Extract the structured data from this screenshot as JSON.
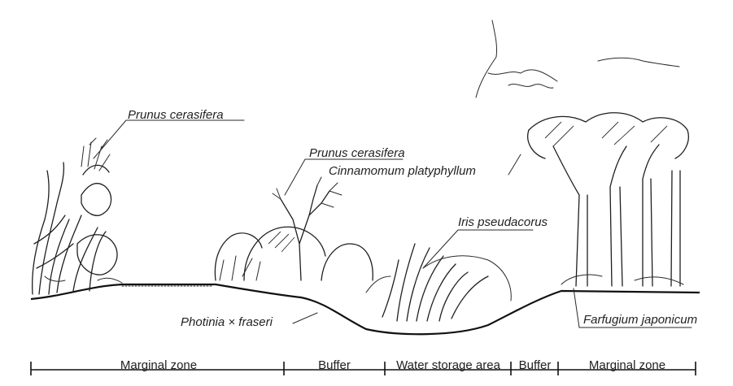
{
  "labels": {
    "prunus_left": "Prunus cerasifera",
    "prunus_mid": "Prunus cerasifera",
    "cinnamomum": "Cinnamomum platyphyllum",
    "iris": "Iris pseudacorus",
    "photinia": "Photinia × fraseri",
    "farfugium": "Farfugium japonicum"
  },
  "zones": {
    "marginal_left": "Marginal zone",
    "buffer_left": "Buffer",
    "water_storage": "Water storage area",
    "buffer_right": "Buffer",
    "marginal_right": "Marginal zone"
  },
  "colors": {
    "ink": "#1f1f1f",
    "background": "#ffffff"
  }
}
